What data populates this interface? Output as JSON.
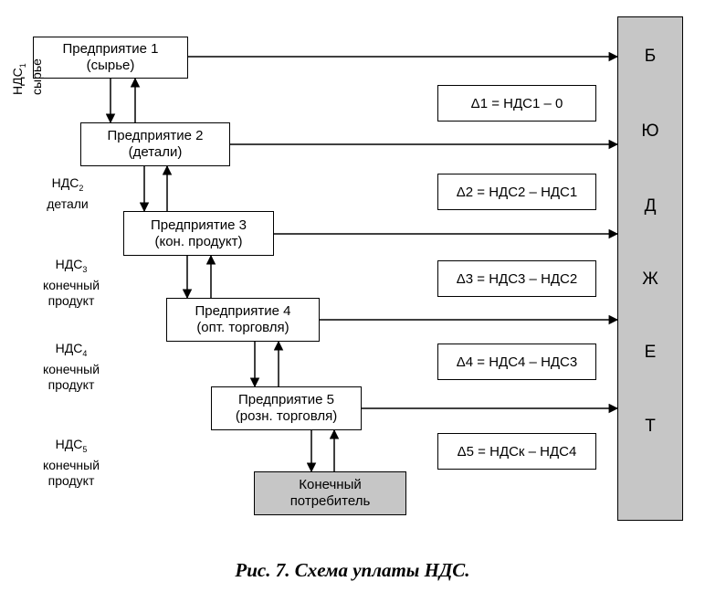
{
  "enterprises": [
    {
      "name": "Предприятие 1",
      "role": "(сырье)"
    },
    {
      "name": "Предприятие 2",
      "role": "(детали)"
    },
    {
      "name": "Предприятие 3",
      "role": "(кон. продукт)"
    },
    {
      "name": "Предприятие 4",
      "role": "(опт. торговля)"
    },
    {
      "name": "Предприятие 5",
      "role": "(розн. торговля)"
    }
  ],
  "consumer": {
    "line1": "Конечный",
    "line2": "потребитель"
  },
  "budget_letters": [
    "Б",
    "Ю",
    "Д",
    "Ж",
    "Е",
    "Т"
  ],
  "deltas": [
    "Δ1 = НДС1 – 0",
    "Δ2 = НДС2 – НДС1",
    "Δ3 = НДС3 – НДС2",
    "Δ4 = НДС4 – НДС3",
    "Δ5 = НДСк – НДС4"
  ],
  "vat_labels": [
    {
      "base": "НДС",
      "sub": "1",
      "line2": "сырье",
      "line3": ""
    },
    {
      "base": "НДС",
      "sub": "2",
      "line2": "детали",
      "line3": ""
    },
    {
      "base": "НДС",
      "sub": "3",
      "line2": "конечный",
      "line3": "продукт"
    },
    {
      "base": "НДС",
      "sub": "4",
      "line2": "конечный",
      "line3": "продукт"
    },
    {
      "base": "НДС",
      "sub": "5",
      "line2": "конечный",
      "line3": "продукт"
    }
  ],
  "caption": "Рис. 7. Схема уплаты НДС."
}
